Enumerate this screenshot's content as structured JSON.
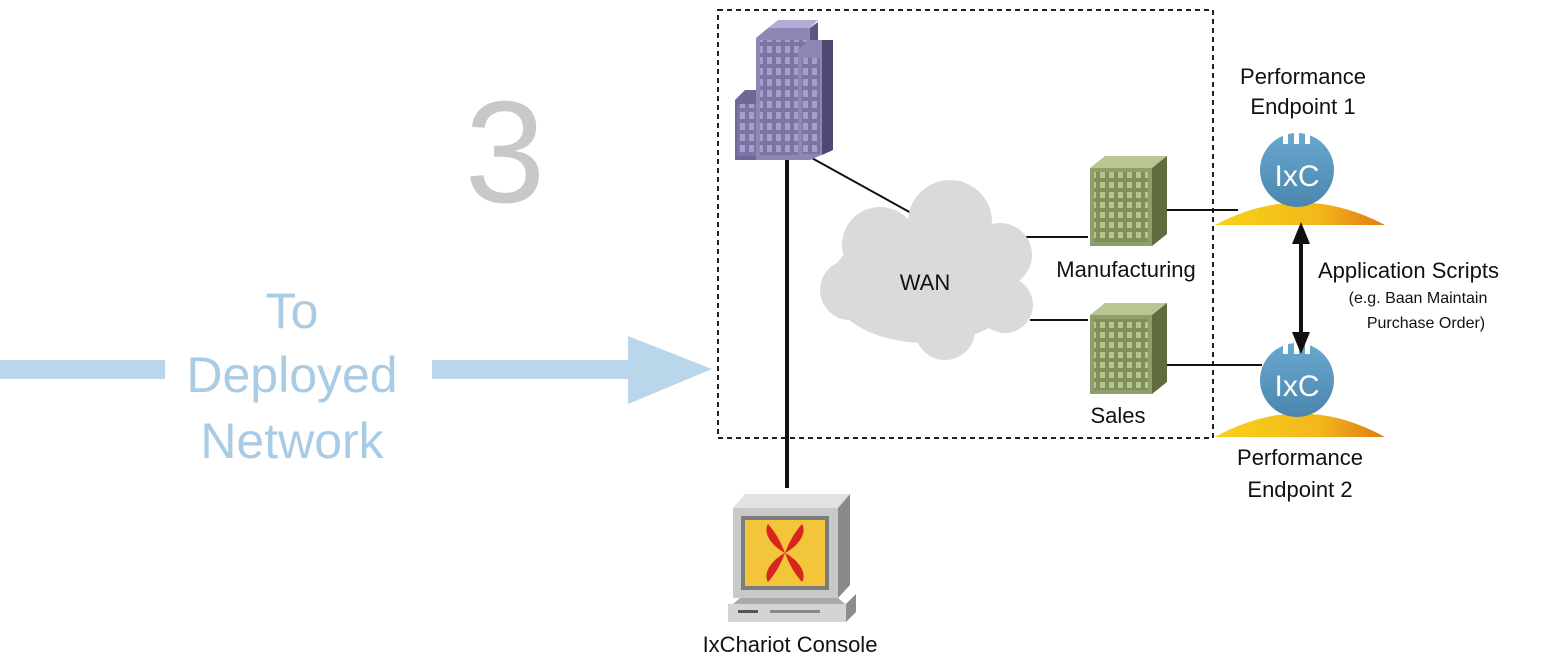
{
  "step": {
    "number": "3"
  },
  "arrow_label": [
    "To",
    "Deployed",
    "Network"
  ],
  "network": {
    "cloud_label": "WAN",
    "manufacturing_label": "Manufacturing",
    "sales_label": "Sales"
  },
  "endpoints": {
    "endpoint1_lines": [
      "Performance",
      "Endpoint 1"
    ],
    "endpoint2_lines": [
      "Performance",
      "Endpoint 2"
    ],
    "badge_text": "IxC"
  },
  "scripts": {
    "title": "Application Scripts",
    "note_lines": [
      "(e.g. Baan Maintain",
      "Purchase Order)"
    ]
  },
  "console": {
    "label": "IxChariot Console"
  },
  "colors": {
    "step_number": "#c8c8c8",
    "arrow": "#b9d6ea",
    "building": "#8e86b4",
    "server": "#8f9f6a",
    "cloud": "#d9d9d9",
    "badge": "#5b9ac0",
    "endpoint_base": "#f5c316",
    "console_screen": "#f3c53a"
  }
}
